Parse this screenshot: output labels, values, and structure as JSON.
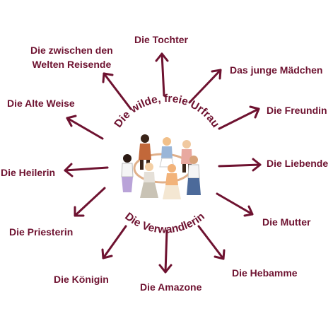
{
  "center": {
    "top_arc_text": "Die wilde, freie Urfrau",
    "bottom_arc_text": "Die Verwandlerin"
  },
  "colors": {
    "accent": "#6e1230",
    "background": "#ffffff"
  },
  "labels": {
    "tochter": "Die Tochter",
    "junge_maedchen": "Das junge Mädchen",
    "freundin": "Die Freundin",
    "liebende": "Die Liebende",
    "mutter": "Die Mutter",
    "hebamme": "Die Hebamme",
    "amazone": "Die Amazone",
    "koenigin": "Die Königin",
    "priesterin": "Die Priesterin",
    "heilerin": "Die Heilerin",
    "alte_weise": "Die Alte Weise",
    "reisende_line1": "Die zwischen den",
    "reisende_line2": "Welten Reisende"
  },
  "illustration": {
    "description_icon": "circle-of-dancing-women-icon"
  }
}
